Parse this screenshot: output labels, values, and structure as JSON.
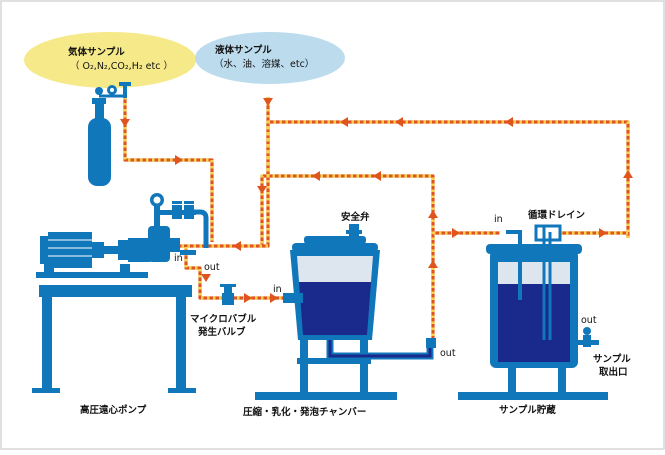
{
  "labels": {
    "gas_sample_title": "気体サンプル",
    "gas_sample_sub": "（ O₂,N₂,CO₂,H₂ etc ）",
    "liquid_sample_title": "液体サンプル",
    "liquid_sample_sub": "（水、油、溶媒、etc）",
    "pump": "高圧遠心ポンプ",
    "pump_in": "in",
    "pump_out": "out",
    "micro_valve_line1": "マイクロバブル",
    "micro_valve_line2": "発生バルブ",
    "safety_valve": "安全弁",
    "chamber_in": "in",
    "chamber_out": "out",
    "chamber": "圧縮・乳化・発泡チャンバー",
    "storage_in": "in",
    "circulation_drain": "循環ドレイン",
    "storage_out": "out",
    "sample_outlet_line1": "サンプル",
    "sample_outlet_line2": "取出口",
    "storage": "サンプル貯蔵"
  },
  "colors": {
    "equipment_blue": "#1177bb",
    "liquid_navy": "#1a2a8c",
    "gas_bubble": "#f5e98a",
    "liquid_bubble": "#bcdcee",
    "flow_line": "#e0541e",
    "flow_dots": "#f6d24a"
  }
}
